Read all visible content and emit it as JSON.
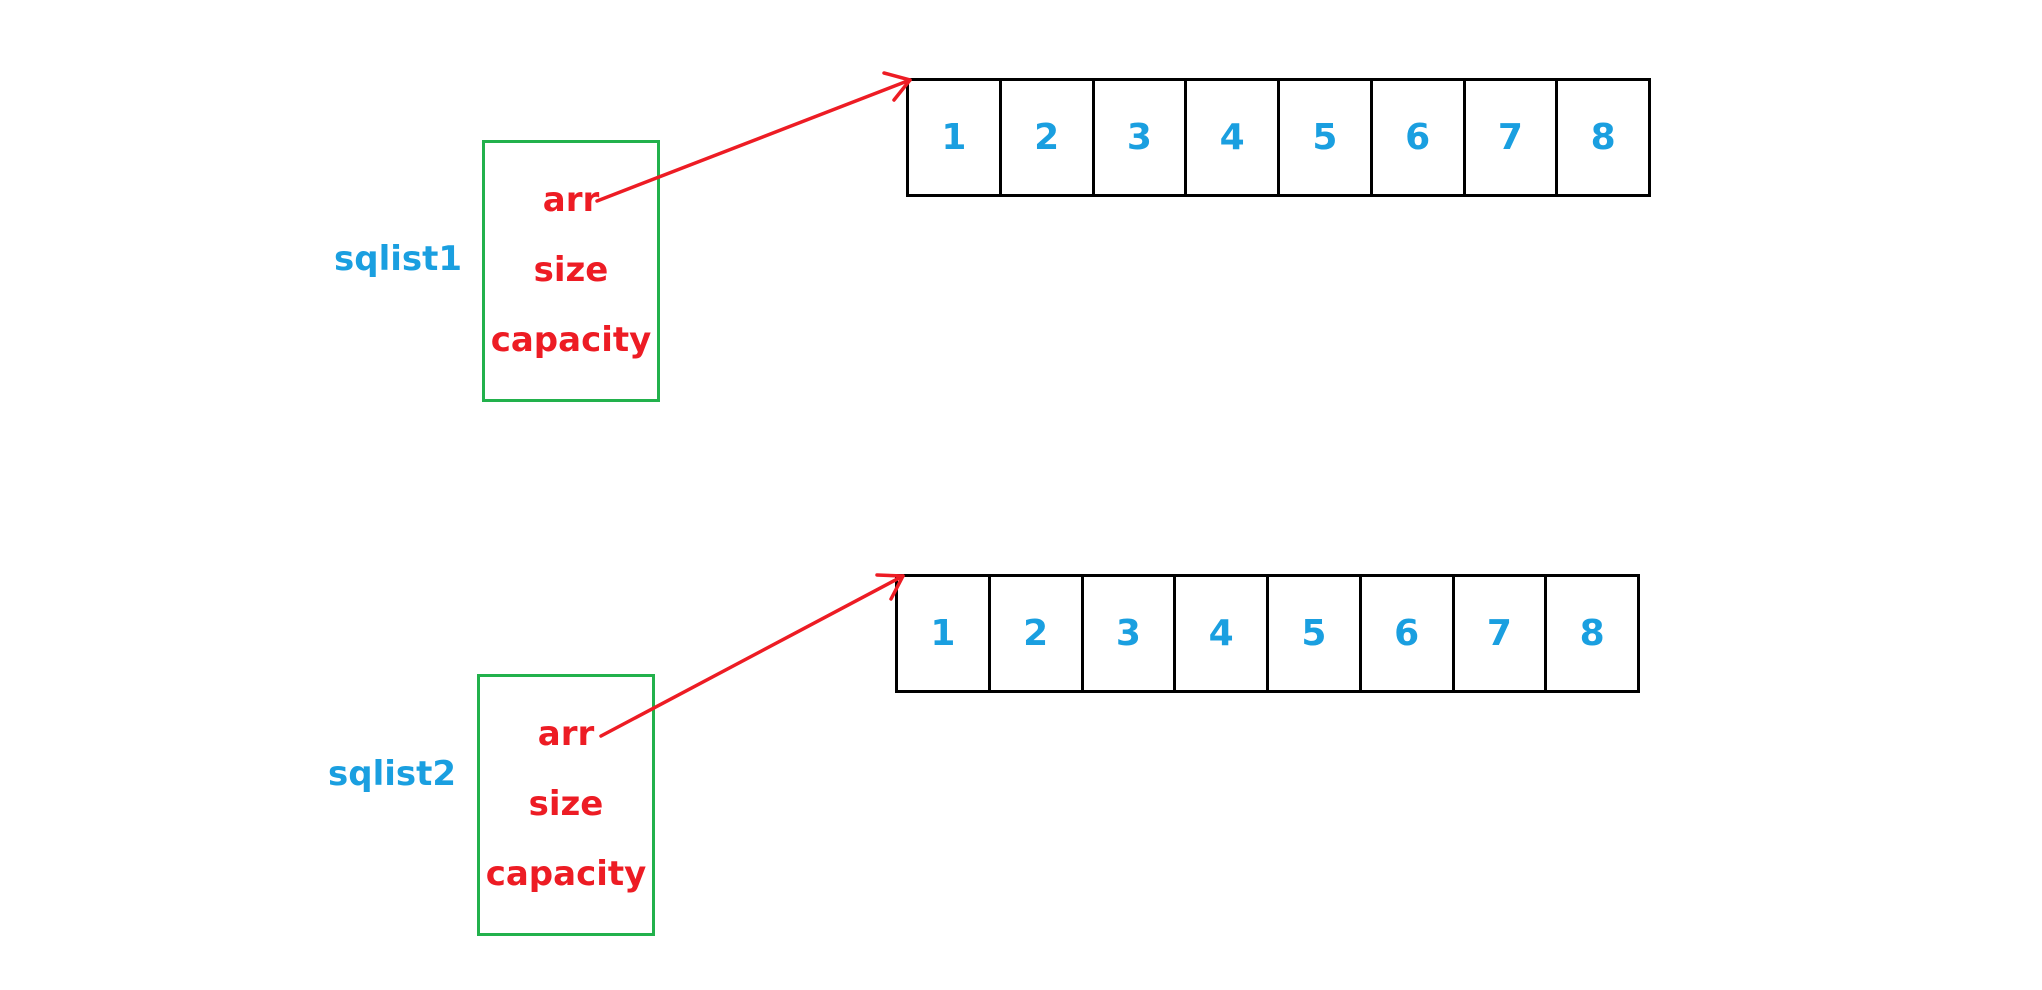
{
  "colors": {
    "struct_name": "#1a9fe0",
    "field_text": "#ed1c24",
    "struct_border": "#22b14c",
    "array_border": "#000000",
    "array_values": "#1a9fe0",
    "pointer_arrow": "#ed1c24"
  },
  "structs": [
    {
      "name": "sqlist1",
      "fields": [
        "arr",
        "size",
        "capacity"
      ],
      "array": [
        "1",
        "2",
        "3",
        "4",
        "5",
        "6",
        "7",
        "8"
      ]
    },
    {
      "name": "sqlist2",
      "fields": [
        "arr",
        "size",
        "capacity"
      ],
      "array": [
        "1",
        "2",
        "3",
        "4",
        "5",
        "6",
        "7",
        "8"
      ]
    }
  ]
}
